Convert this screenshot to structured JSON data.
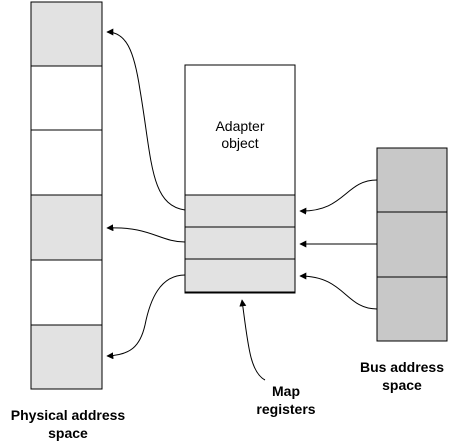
{
  "colors": {
    "shaded": "#e2e2e2",
    "bus_shaded": "#c8c8c8",
    "white": "#ffffff",
    "stroke": "#000000"
  },
  "adapter": {
    "label_line1": "Adapter",
    "label_line2": "object"
  },
  "labels": {
    "physical_line1": "Physical address",
    "physical_line2": "space",
    "bus_line1": "Bus address",
    "bus_line2": "space",
    "map_line1": "Map",
    "map_line2": "registers"
  }
}
